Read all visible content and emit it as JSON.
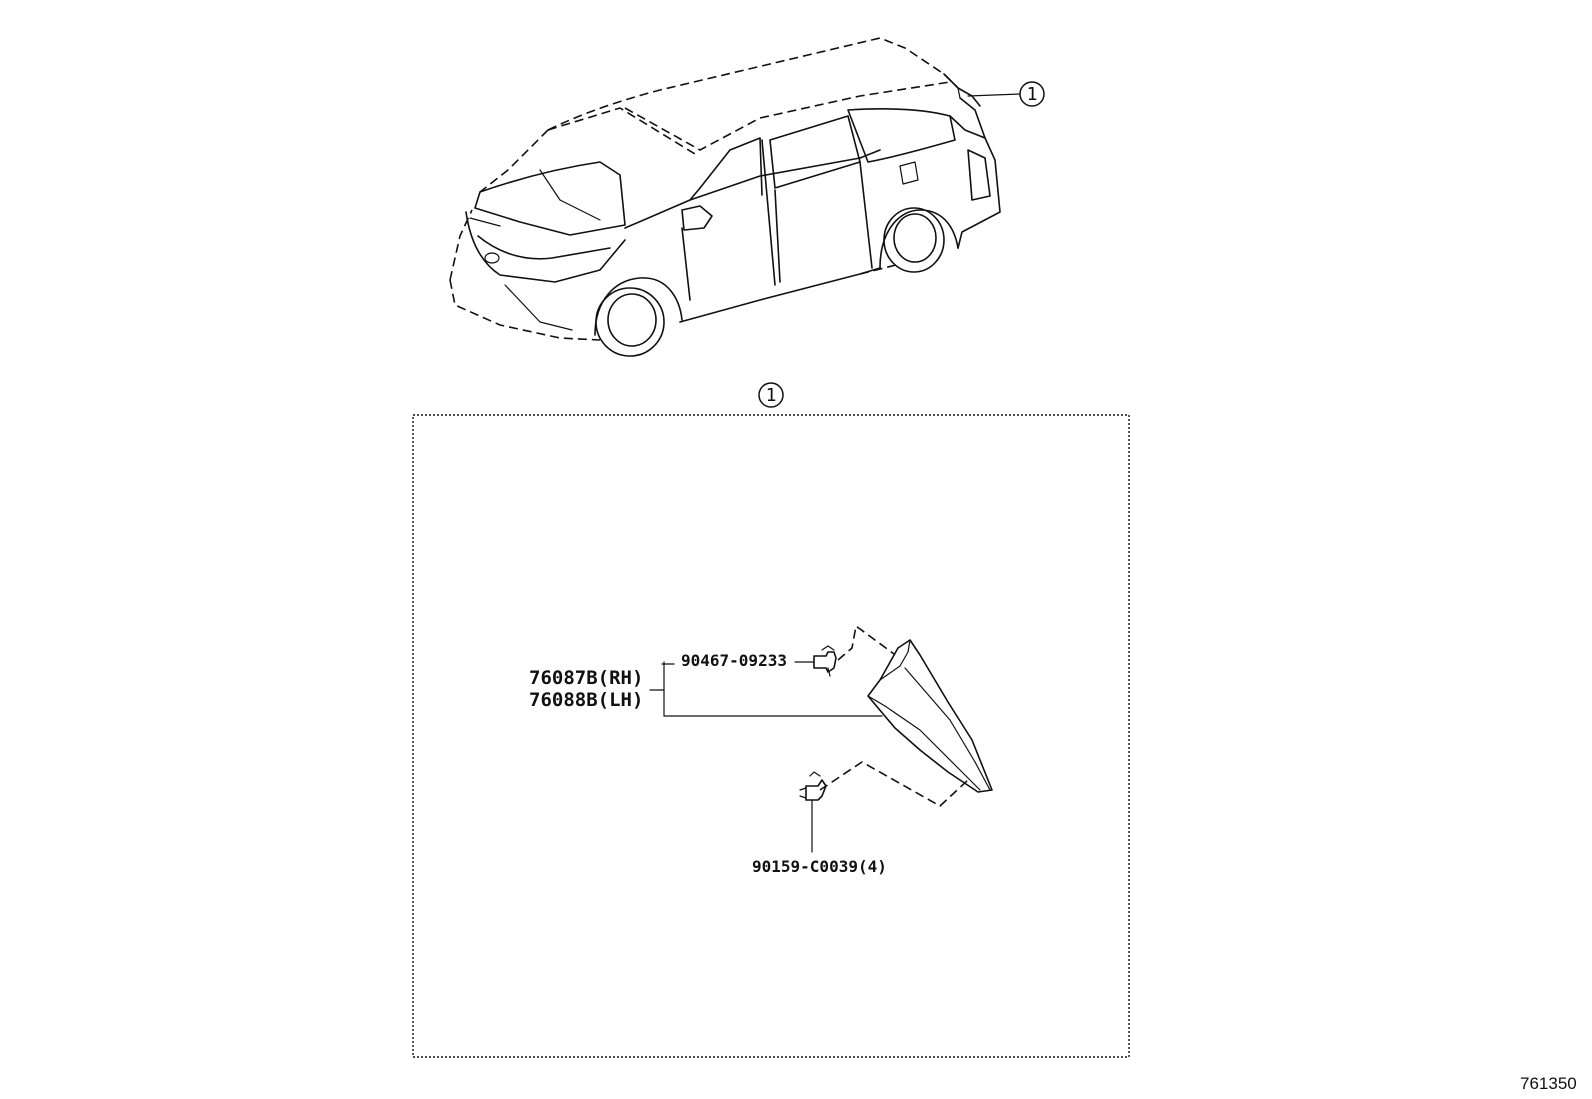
{
  "callouts": {
    "overview_ref": "1",
    "detail_ref": "1"
  },
  "parts": {
    "garnish_rh": "76087B(RH)",
    "garnish_lh": "76088B(LH)",
    "clip": "90467-09233",
    "screw": "90159-C0039(4)"
  },
  "figure_code": "761350",
  "icons": [
    "circle-1-callout",
    "clip-icon",
    "screw-icon",
    "vehicle-illustration",
    "garnish-part"
  ]
}
